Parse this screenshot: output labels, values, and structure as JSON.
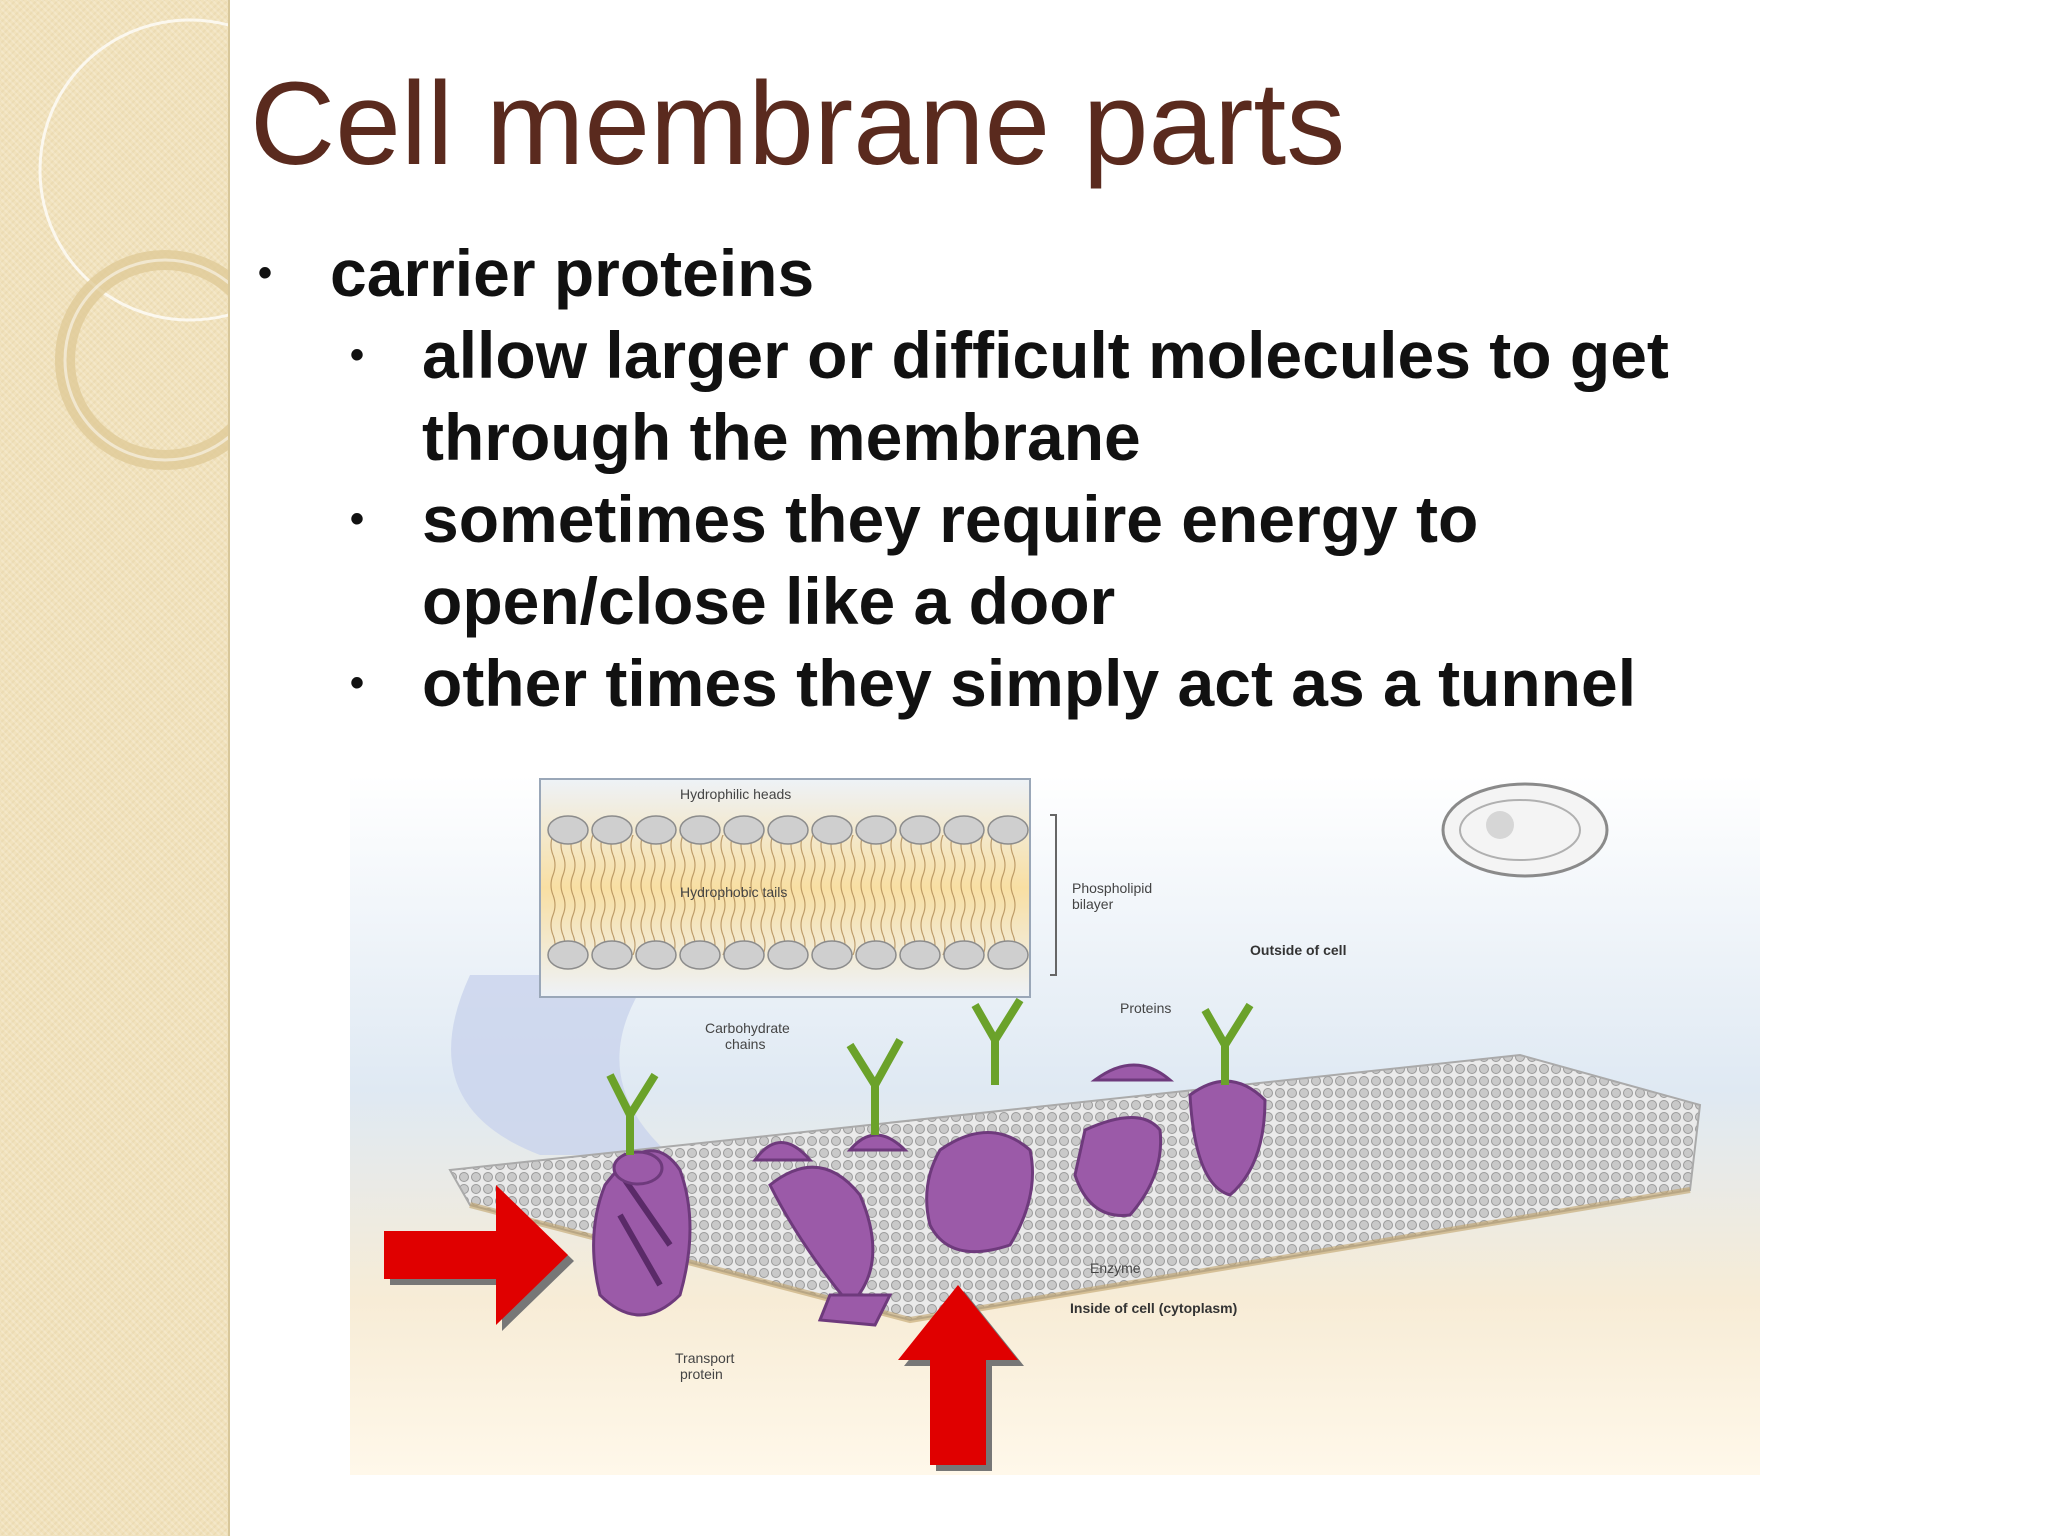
{
  "slide": {
    "title": "Cell membrane parts",
    "bullet_main": "carrier proteins",
    "sub_bullets": [
      "allow larger or difficult molecules to get through the membrane",
      "sometimes they require energy to open/close like a door",
      "other times they simply act as a tunnel"
    ]
  },
  "figure": {
    "labels": {
      "hydrophilic": "Hydrophilic heads",
      "hydrophobic": "Hydrophobic tails",
      "phospholipid_1": "Phospholipid",
      "phospholipid_2": "bilayer",
      "outside": "Outside of cell",
      "carb_1": "Carbohydrate",
      "carb_2": "chains",
      "proteins": "Proteins",
      "enzyme": "Enzyme",
      "inside": "Inside of cell (cytoplasm)",
      "transport_1": "Transport",
      "transport_2": "protein"
    },
    "colors": {
      "protein": "#9b5aa8",
      "arrow": "#e00000",
      "carb": "#8ed13a"
    }
  },
  "theme": {
    "title_color": "#5a2a1e",
    "sidebar_color": "#f1e2bc"
  }
}
